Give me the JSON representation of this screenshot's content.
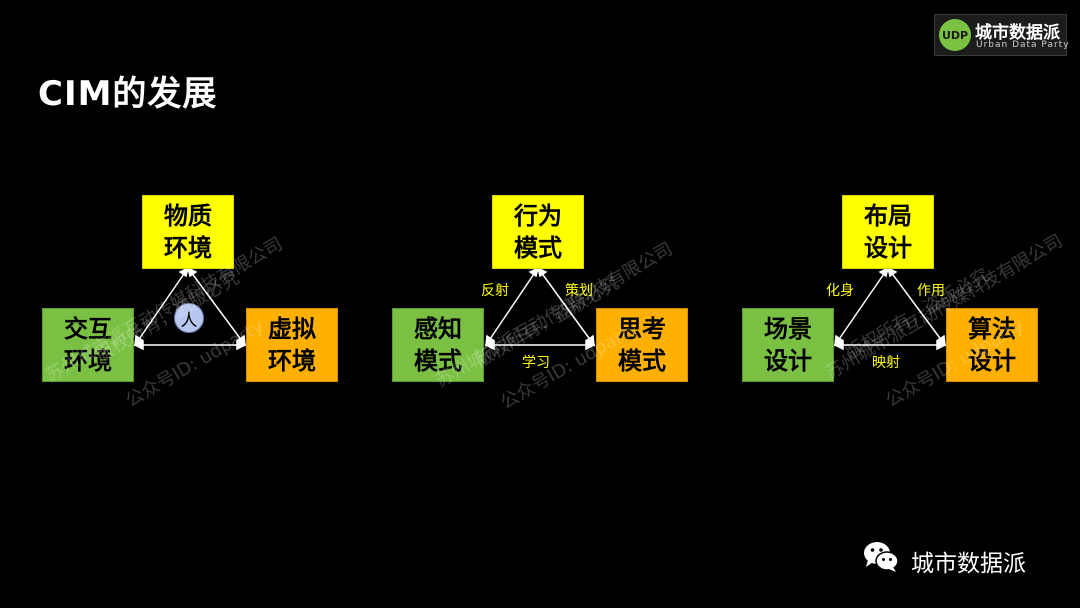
{
  "title": "CIM的发展",
  "logo": {
    "badge": "UDP",
    "name": "城市数据派",
    "subtitle": "Urban Data Party"
  },
  "diagrams": [
    {
      "top": "物质\n环境",
      "left": "交互\n环境",
      "right": "虚拟\n环境",
      "center": "人"
    },
    {
      "top": "行为\n模式",
      "left": "感知\n模式",
      "right": "思考\n模式",
      "left_edge": "反射",
      "right_edge": "策划",
      "bottom_edge": "学习"
    },
    {
      "top": "布局\n设计",
      "left": "场景\n设计",
      "right": "算法\n设计",
      "left_edge": "化身",
      "right_edge": "作用",
      "bottom_edge": "映射"
    }
  ],
  "watermarks": [
    "苏州城市派互动传媒科技有限公司",
    "版权所有，盗版必究",
    "公众号ID: udparty"
  ],
  "footer": {
    "wechat_label": "城市数据派"
  },
  "colors": {
    "background": "#000000",
    "yellow_box": "#ffff00",
    "green_box": "#7ac143",
    "orange_box": "#ffb000",
    "edge_label": "#ffff00",
    "person_circle": "#b8c7ef"
  }
}
